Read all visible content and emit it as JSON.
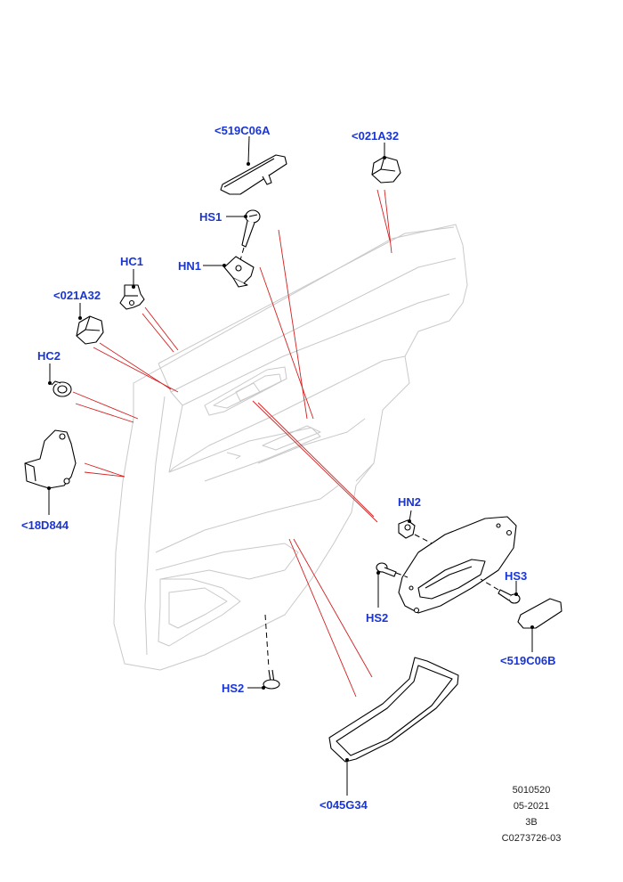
{
  "colors": {
    "callout": "#1a35d6",
    "leader_red": "#d42020",
    "outline": "#000000",
    "panel": "#c9c9c9"
  },
  "callouts": [
    {
      "id": "519C06A_top",
      "label": "<519C06A"
    },
    {
      "id": "021A32_right",
      "label": "<021A32"
    },
    {
      "id": "HS1",
      "label": "HS1"
    },
    {
      "id": "HN1",
      "label": "HN1"
    },
    {
      "id": "HC1",
      "label": "HC1"
    },
    {
      "id": "021A32_left",
      "label": "<021A32"
    },
    {
      "id": "HC2",
      "label": "HC2"
    },
    {
      "id": "18D844",
      "label": "<18D844"
    },
    {
      "id": "HN2",
      "label": "HN2"
    },
    {
      "id": "HS3",
      "label": "HS3"
    },
    {
      "id": "HS2_mid",
      "label": "HS2"
    },
    {
      "id": "519C06B",
      "label": "<519C06B"
    },
    {
      "id": "HS2_bottom",
      "label": "HS2"
    },
    {
      "id": "045G34",
      "label": "<045G34"
    }
  ],
  "reference": {
    "line1": "5010520",
    "line2": "05-2021",
    "line3": "3B",
    "line4": "C0273726-03"
  },
  "icons": [
    "trim-cover-icon",
    "cap-icon",
    "screw-icon",
    "clip-nut-icon",
    "bracket-clip-icon",
    "push-rivet-icon",
    "bracket-icon",
    "door-panel-icon",
    "handle-bezel-icon",
    "pad-icon"
  ]
}
